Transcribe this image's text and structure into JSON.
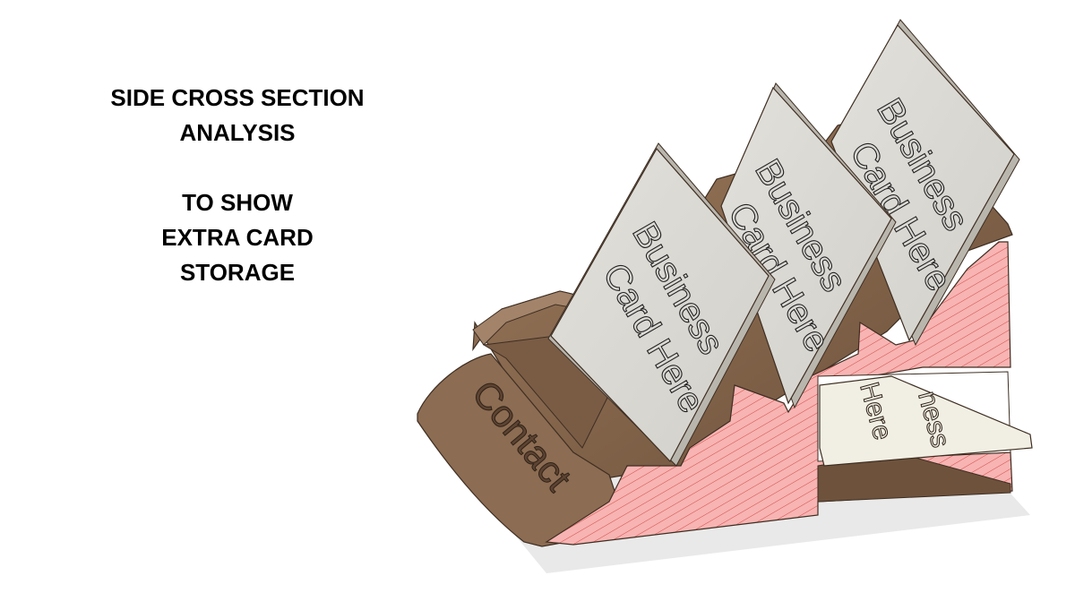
{
  "caption": {
    "title_line1": "SIDE CROSS SECTION",
    "title_line2": "ANALYSIS",
    "subtitle_line1": "TO SHOW",
    "subtitle_line2": "EXTRA CARD",
    "subtitle_line3": "STORAGE"
  },
  "model": {
    "card_line1": "Business",
    "card_line2": "Card Here",
    "stored_card_line1": "ness",
    "stored_card_line2": "Here",
    "front_label": "Contact"
  },
  "colors": {
    "holder_brown": "#8a6a50",
    "holder_brown_dark": "#6e523c",
    "section_pink": "#f7b4b2",
    "hatch_line": "#d24a4a",
    "card_face": "#dcdad5",
    "card_edge": "#b9b6ae",
    "stored_card": "#f1efe4"
  }
}
